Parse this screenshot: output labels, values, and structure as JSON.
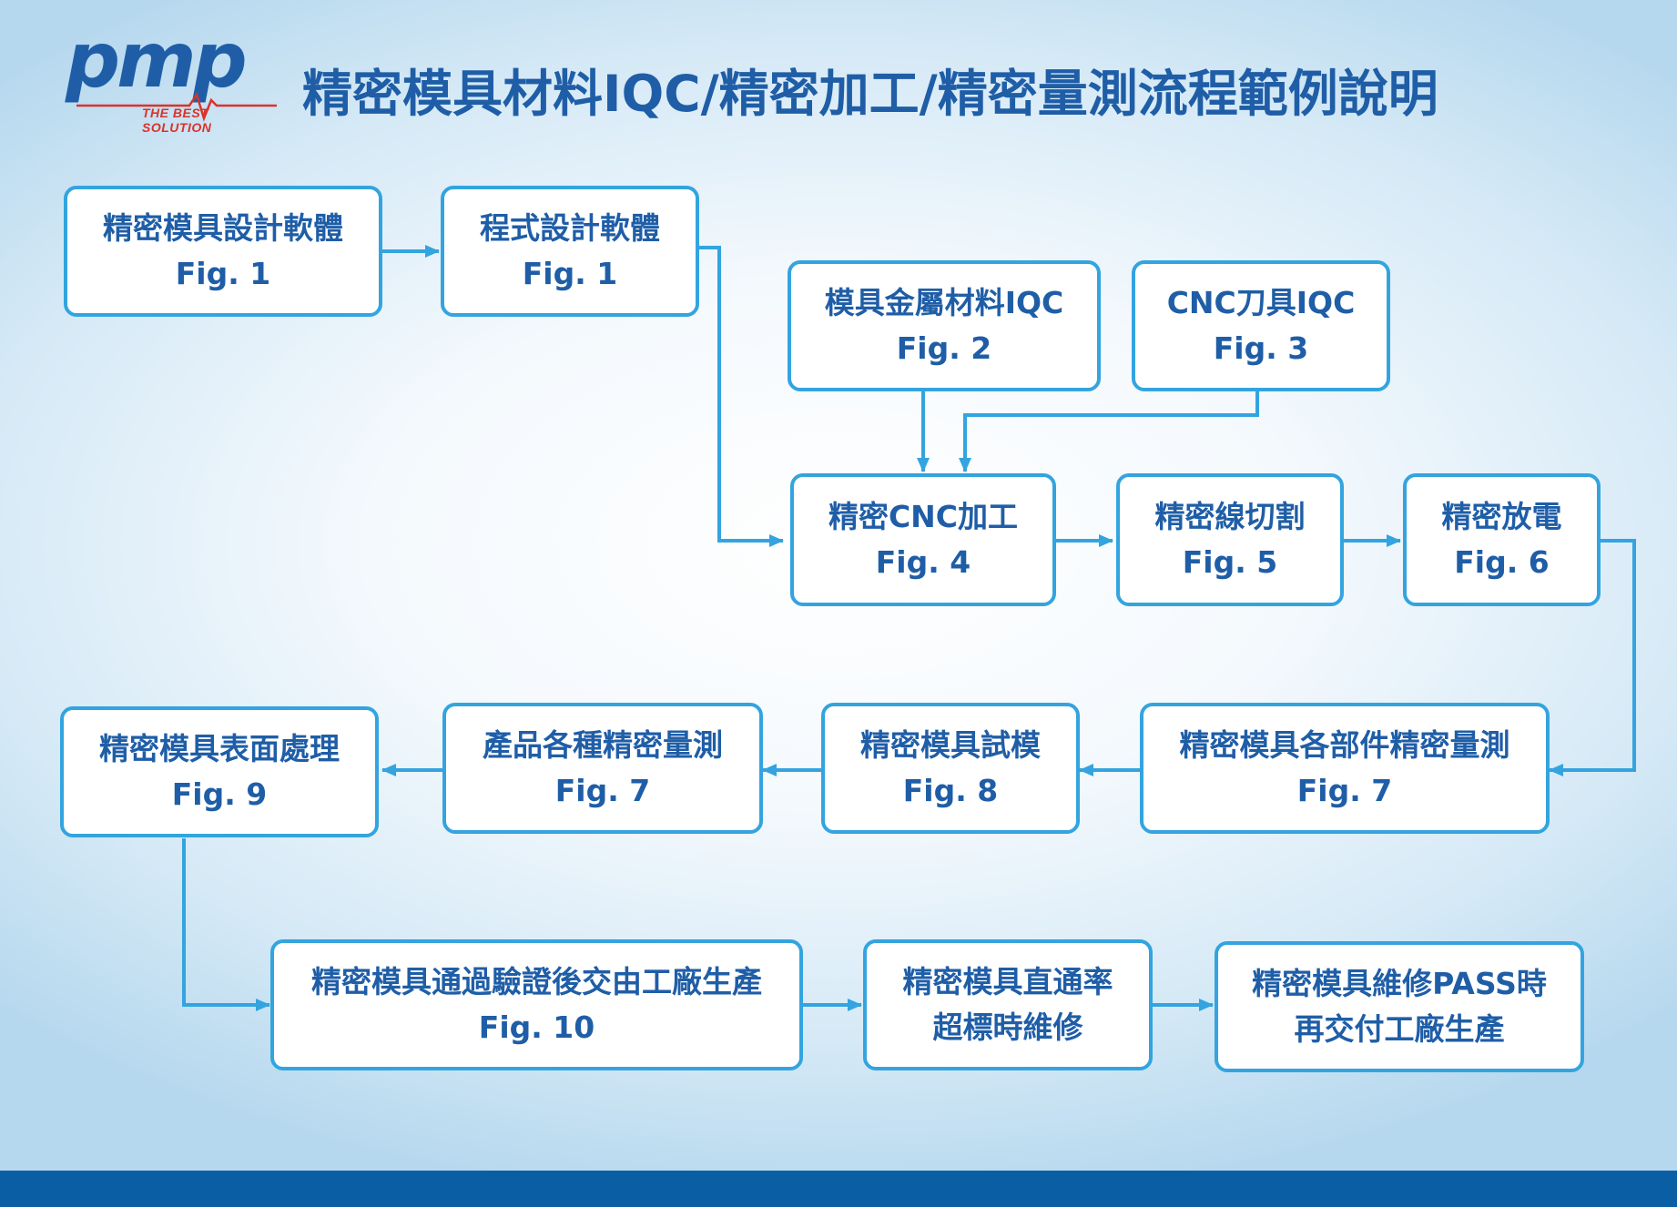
{
  "header": {
    "logo_text": "pmp",
    "logo_tagline": "THE BEST SOLUTION",
    "title": "精密模具材料IQC/精密加工/精密量測流程範例說明"
  },
  "colors": {
    "title": "#1f5ea7",
    "node_border": "#33a4df",
    "node_text": "#1f5ea7",
    "arrow": "#33a4df",
    "logo_accent": "#d9332b",
    "bottom_bar": "#0a5fa4"
  },
  "nodes": [
    {
      "id": "n1",
      "line1": "精密模具設計軟體",
      "line2": "Fig. 1"
    },
    {
      "id": "n2",
      "line1": "程式設計軟體",
      "line2": "Fig. 1"
    },
    {
      "id": "n3",
      "line1": "模具金屬材料IQC",
      "line2": "Fig. 2"
    },
    {
      "id": "n4",
      "line1": "CNC刀具IQC",
      "line2": "Fig. 3"
    },
    {
      "id": "n5",
      "line1": "精密CNC加工",
      "line2": "Fig. 4"
    },
    {
      "id": "n6",
      "line1": "精密線切割",
      "line2": "Fig. 5"
    },
    {
      "id": "n7",
      "line1": "精密放電",
      "line2": "Fig. 6"
    },
    {
      "id": "n8",
      "line1": "精密模具各部件精密量測",
      "line2": "Fig. 7"
    },
    {
      "id": "n9",
      "line1": "精密模具試模",
      "line2": "Fig. 8"
    },
    {
      "id": "n10",
      "line1": "產品各種精密量測",
      "line2": "Fig. 7"
    },
    {
      "id": "n11",
      "line1": "精密模具表面處理",
      "line2": "Fig. 9"
    },
    {
      "id": "n12",
      "line1": "精密模具通過驗證後交由工廠生產",
      "line2": "Fig. 10"
    },
    {
      "id": "n13",
      "line1": "精密模具直通率",
      "line2": "超標時維修"
    },
    {
      "id": "n14",
      "line1": "精密模具維修PASS時",
      "line2": "再交付工廠生產"
    }
  ],
  "edges": [
    [
      "n1",
      "n2"
    ],
    [
      "n2",
      "n5"
    ],
    [
      "n3",
      "n5"
    ],
    [
      "n4",
      "n5"
    ],
    [
      "n5",
      "n6"
    ],
    [
      "n6",
      "n7"
    ],
    [
      "n7",
      "n8"
    ],
    [
      "n8",
      "n9"
    ],
    [
      "n9",
      "n10"
    ],
    [
      "n10",
      "n11"
    ],
    [
      "n11",
      "n12"
    ],
    [
      "n12",
      "n13"
    ],
    [
      "n13",
      "n14"
    ]
  ]
}
